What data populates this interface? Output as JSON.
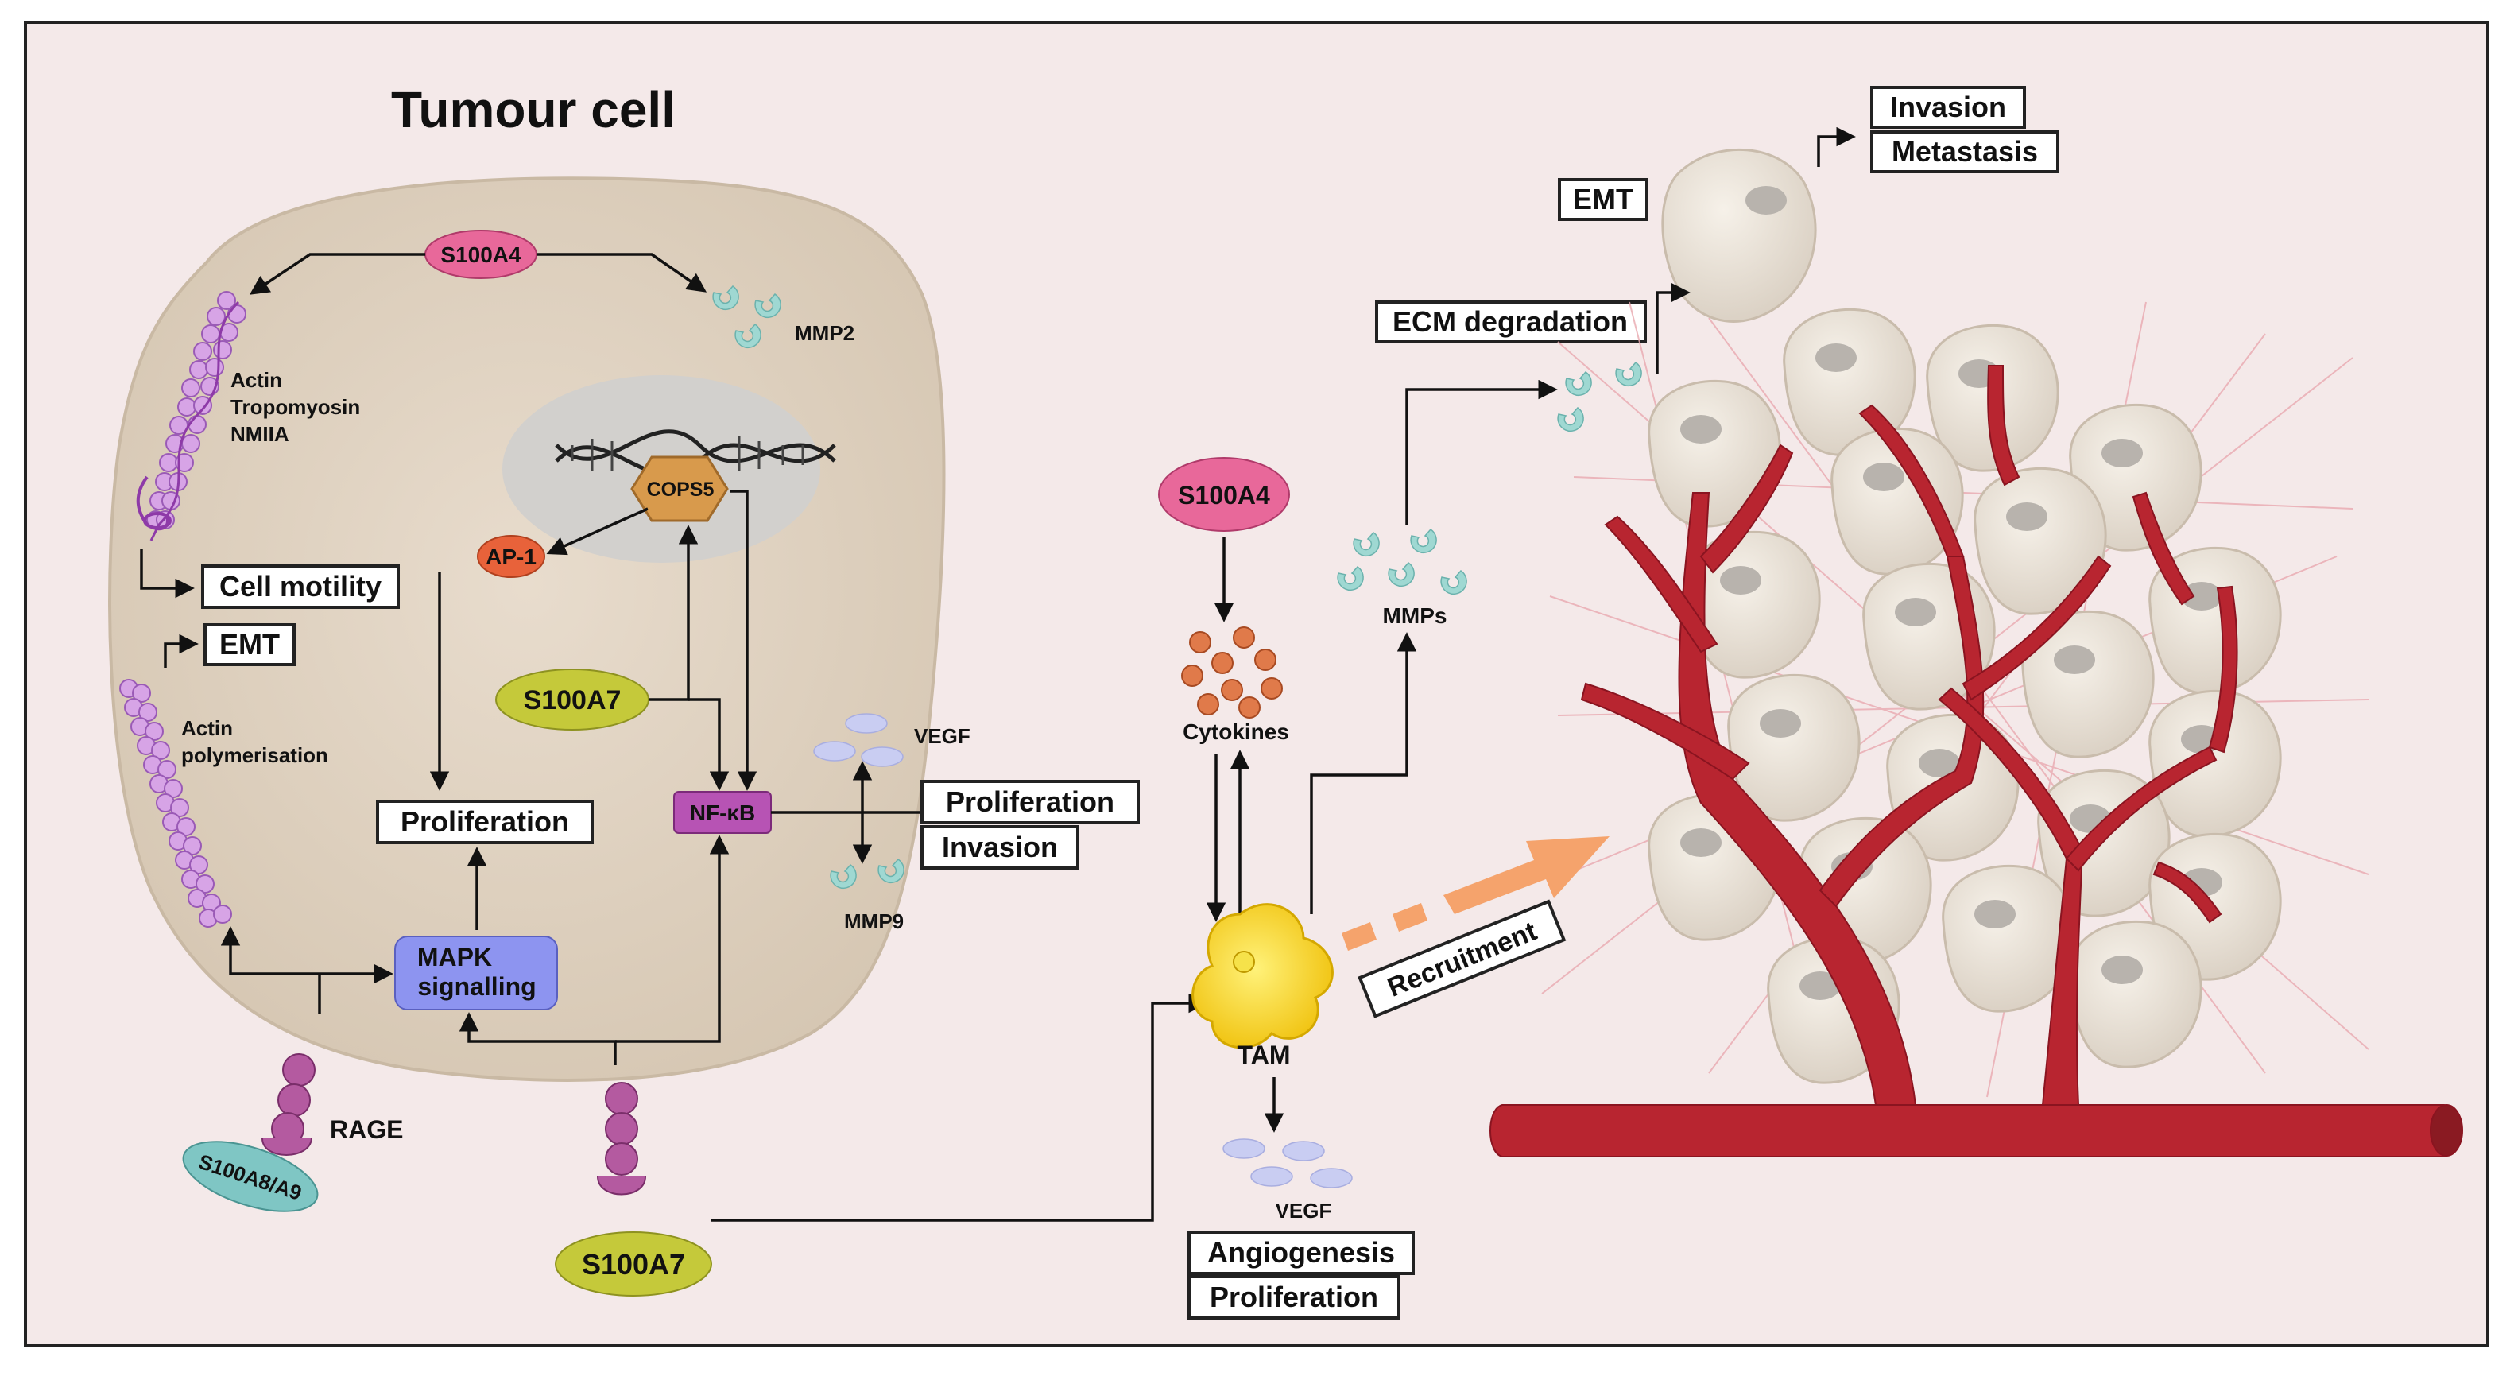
{
  "title": "Tumour cell",
  "colors": {
    "background": "#f4e9e9",
    "cell": "#e2d5c6",
    "nucleus": "#d2d0cd",
    "s100a4": "#e8689a",
    "s100a7": "#c5c93a",
    "s100a8a9": "#7fc6c4",
    "nfkb": "#b753b4",
    "mapk": "#8d94f0",
    "ap1": "#e8623a",
    "cops5": "#d89a4c",
    "vessel": "#b82530",
    "tam": "#f2d51e",
    "recruitment_arrow": "#f5a36c"
  },
  "cell_labels": {
    "s100a4": "S100A4",
    "mmp2": "MMP2",
    "actin_tropo": [
      "Actin",
      "Tropomyosin",
      "NMIIA"
    ],
    "cell_motility": "Cell motility",
    "emt": "EMT",
    "actin_poly": [
      "Actin",
      "polymerisation"
    ],
    "cops5": "COPS5",
    "ap1": "AP-1",
    "s100a7_inner": "S100A7",
    "nfkb": "NF-κB",
    "vegf": "VEGF",
    "proliferation_right": "Proliferation",
    "invasion": "Invasion",
    "mmp9": "MMP9",
    "proliferation_left": "Proliferation",
    "mapk": [
      "MAPK",
      "signalling"
    ],
    "rage": "RAGE",
    "s100a8a9": "S100A8/A9",
    "s100a7_bottom": "S100A7"
  },
  "tme_labels": {
    "s100a4": "S100A4",
    "cytokines": "Cytokines",
    "tam": "TAM",
    "vegf": "VEGF",
    "angiogenesis": "Angiogenesis",
    "proliferation": "Proliferation",
    "mmps": "MMPs",
    "recruitment": "Recruitment",
    "ecm_degradation": "ECM degradation",
    "emt": "EMT",
    "invasion": "Invasion",
    "metastasis": "Metastasis"
  }
}
